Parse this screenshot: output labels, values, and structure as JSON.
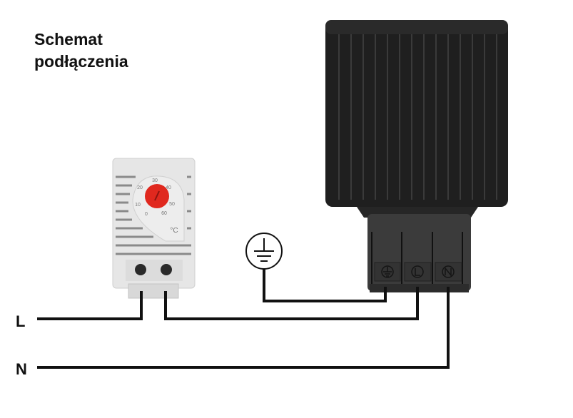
{
  "title": {
    "line1": "Schemat",
    "line2": "podłączenia"
  },
  "wire_labels": {
    "line": "L",
    "neutral": "N"
  },
  "thermostat": {
    "scale": [
      "0",
      "10",
      "20",
      "30",
      "40",
      "50",
      "60"
    ],
    "unit": "°C",
    "knob_color": "#e0281e"
  },
  "heater": {
    "terminals": [
      "ground",
      "L",
      "N"
    ],
    "body_color": "#1e1e1e"
  },
  "ground_symbol": "earth-ground-icon"
}
